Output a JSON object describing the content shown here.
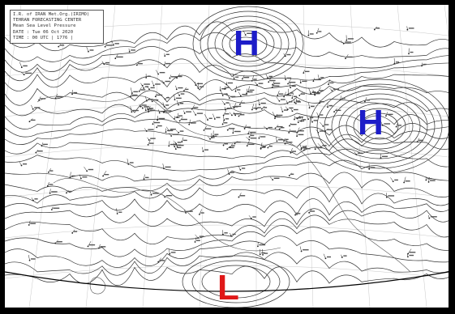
{
  "header": {
    "lines": [
      "I.R. of IRAN Met.Org.(IRIMO)",
      "TEHRAN FORECASTING CENTER",
      "Mean Sea Level Pressure",
      "DATE :  Tue 06 Oct 2020",
      "TIME :  00 UTC     |  1776 |"
    ]
  },
  "pressure_centers": [
    {
      "label": "H",
      "color": "#1c1cc8"
    },
    {
      "label": "H",
      "color": "#1c1cc8"
    },
    {
      "label": "L",
      "color": "#e01818"
    }
  ],
  "colors": {
    "isobar": "#333333",
    "station": "#222222",
    "grid": "#c8c8c8",
    "background": "#ffffff"
  }
}
